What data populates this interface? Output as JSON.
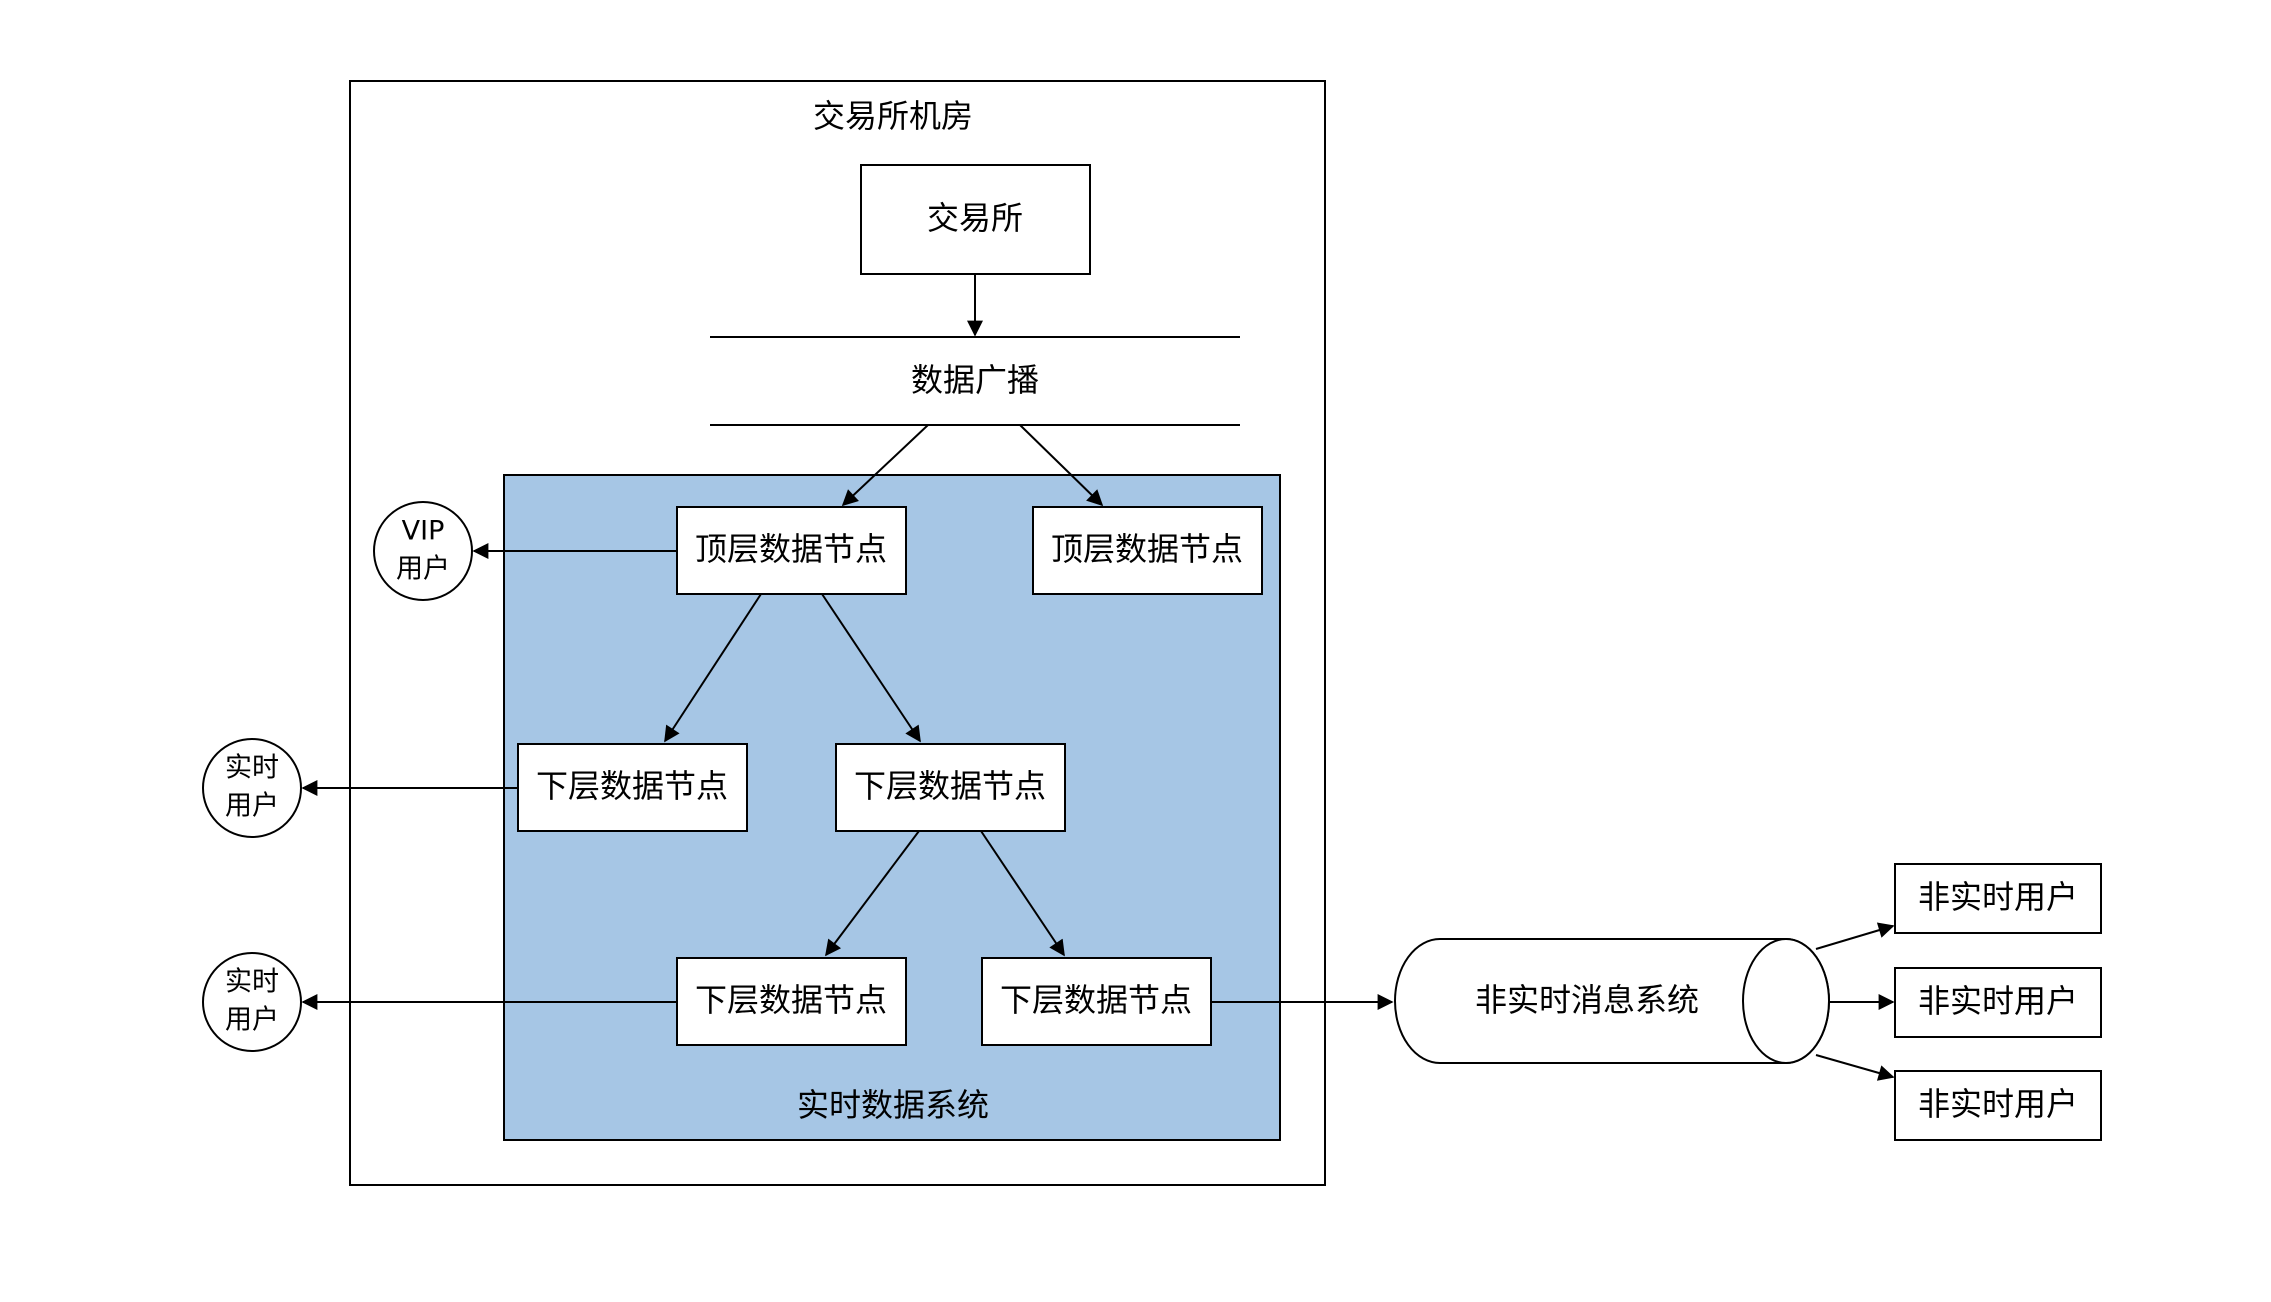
{
  "colors": {
    "stroke": "#000000",
    "background": "#ffffff",
    "realtime_system_fill": "#a6c6e5"
  },
  "outer_container": {
    "title": "交易所机房"
  },
  "exchange_box": {
    "label": "交易所"
  },
  "broadcast": {
    "label": "数据广播"
  },
  "realtime_system": {
    "label": "实时数据系统"
  },
  "nodes": {
    "top_left": "顶层数据节点",
    "top_right": "顶层数据节点",
    "mid_left": "下层数据节点",
    "mid_right": "下层数据节点",
    "bottom_left": "下层数据节点",
    "bottom_right": "下层数据节点"
  },
  "users": {
    "vip": {
      "line1": "VIP",
      "line2": "用户"
    },
    "realtime_1": {
      "line1": "实时",
      "line2": "用户"
    },
    "realtime_2": {
      "line1": "实时",
      "line2": "用户"
    }
  },
  "message_system": {
    "label": "非实时消息系统"
  },
  "non_realtime_users": [
    "非实时用户",
    "非实时用户",
    "非实时用户"
  ]
}
